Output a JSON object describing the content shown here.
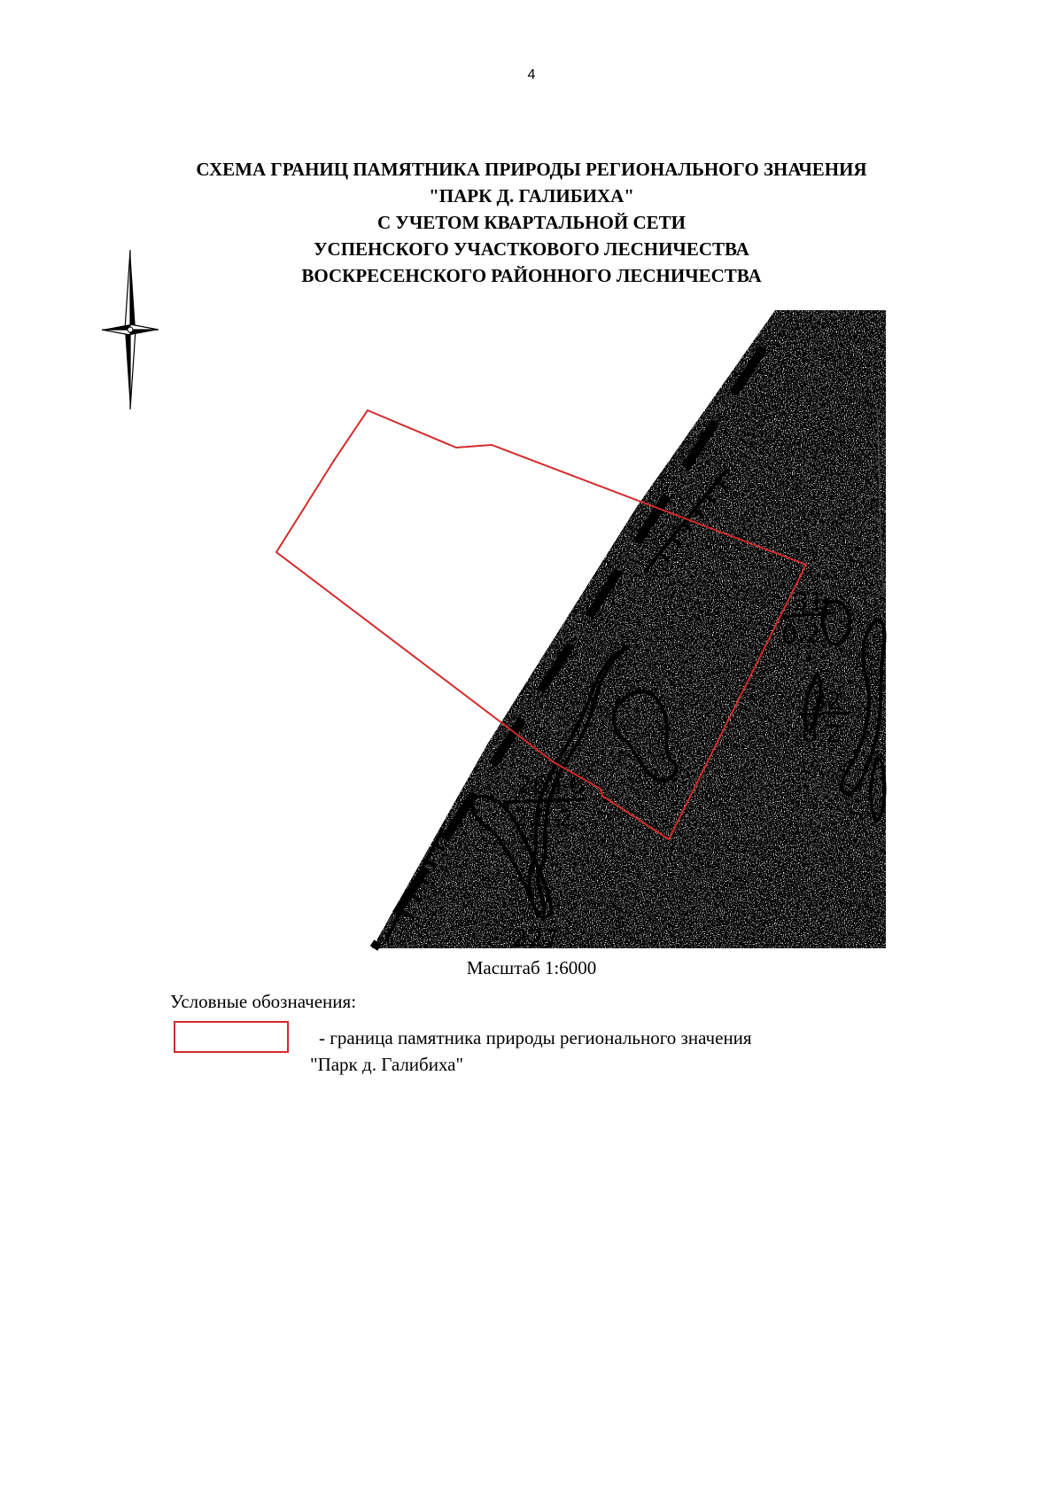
{
  "page": {
    "number": "4"
  },
  "title": {
    "lines": [
      "СХЕМА ГРАНИЦ ПАМЯТНИКА ПРИРОДЫ РЕГИОНАЛЬНОГО ЗНАЧЕНИЯ",
      "\"ПАРК Д. ГАЛИБИХА\"",
      "С УЧЕТОМ КВАРТАЛЬНОЙ СЕТИ",
      "УСПЕНСКОГО УЧАСТКОВОГО ЛЕСНИЧЕСТВА",
      "ВОСКРЕСЕНСКОГО РАЙОННОГО ЛЕСНИЧЕСТВА"
    ]
  },
  "compass": {
    "icon": "compass-rose-icon"
  },
  "map": {
    "boundary_color": "#d32b2b",
    "labels": {
      "q31_num": "31",
      "q31_den": "0.2",
      "q32_num": "32",
      "q32_den": "0.2",
      "q26_num": "26+6",
      "q26_den": "2.5-2",
      "q27": "227"
    }
  },
  "scale": {
    "text": "Масштаб 1:6000"
  },
  "legend": {
    "title": "Условные обозначения:",
    "swatch_color": "#d32b2b",
    "item_line1": " - граница памятника природы регионального значения",
    "item_line2": "\"Парк д. Галибиха\""
  }
}
